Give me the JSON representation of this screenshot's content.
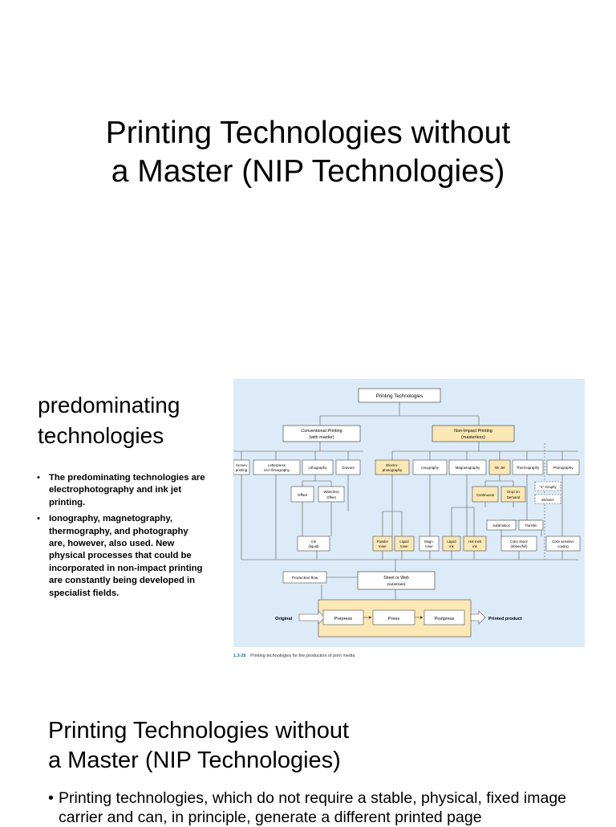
{
  "slide1": {
    "title_line1": "Printing Technologies without",
    "title_line2": "a Master (NIP Technologies)"
  },
  "slide2": {
    "heading_line1": "predominating",
    "heading_line2": "technologies",
    "bullets": [
      "The predominating technologies are electrophotography and ink jet printing.",
      "Ionography, magnetography, thermography, and photography are, however, also used. New physical processes that could be incorporated in non-impact printing are constantly being developed in specialist fields."
    ],
    "figure": {
      "root": "Printing Technologies",
      "conventional_line1": "Conventional Printing",
      "conventional_line2": "(with master)",
      "nip_line1": "Non-Impact Printing",
      "nip_line2": "(masterless)",
      "conv_methods": [
        [
          "Screen",
          "printing"
        ],
        [
          "Letterpress",
          "incl. flexography"
        ],
        [
          "Lithography"
        ],
        [
          "Gravure"
        ]
      ],
      "nip_methods": [
        [
          "Electro-",
          "photography"
        ],
        [
          "Ionography"
        ],
        [
          "Magnetography"
        ],
        [
          "Ink Jet"
        ],
        [
          "Thermography"
        ],
        [
          "Photography"
        ]
      ],
      "offset": "Offset",
      "waterless_line1": "Waterless",
      "waterless_line2": "Offset",
      "continuous": "Continuous",
      "dod_line1": "Drop on",
      "dod_line2": "Demand",
      "xgraphy": "\"X\"-Graphy",
      "inktoner": "ink/toner",
      "sublimation": "Sublimation",
      "transfer": "Transfer",
      "ink_line1": "Ink",
      "ink_line2": "(liquid)",
      "inks": [
        [
          "Powder",
          "toner"
        ],
        [
          "Liquid",
          "toner"
        ],
        [
          "Magn.",
          "toner"
        ],
        [
          "Liquid",
          "ink"
        ],
        [
          "Hot-melt",
          "ink"
        ]
      ],
      "color_donor_line1": "Color donor",
      "color_donor_line2": "(ribbon/foil)",
      "color_sensitive_line1": "Color sensitive",
      "color_sensitive_line2": "coating",
      "production_flow": "Production flow",
      "sheet_line1": "Sheet or Web",
      "sheet_line2": "(substrate)",
      "original": "Original",
      "prepress": "Prepress",
      "press": "Press",
      "postpress": "Postpress",
      "printed_product": "Printed product"
    },
    "caption_num": "1.3-26",
    "caption_text": "Printing technologies for the production of print media"
  },
  "slide3": {
    "title_line1": "Printing Technologies without",
    "title_line2": "a Master (NIP Technologies)",
    "bullets": [
      "Printing technologies, which do not require a stable, physical, fixed image carrier and can, in principle, generate a different printed page"
    ]
  },
  "colors": {
    "figure_background": "#dcebf7",
    "highlight_box": "#fbe8b4",
    "box_border": "#4a4a4a",
    "caption_number": "#1f6aa5"
  }
}
